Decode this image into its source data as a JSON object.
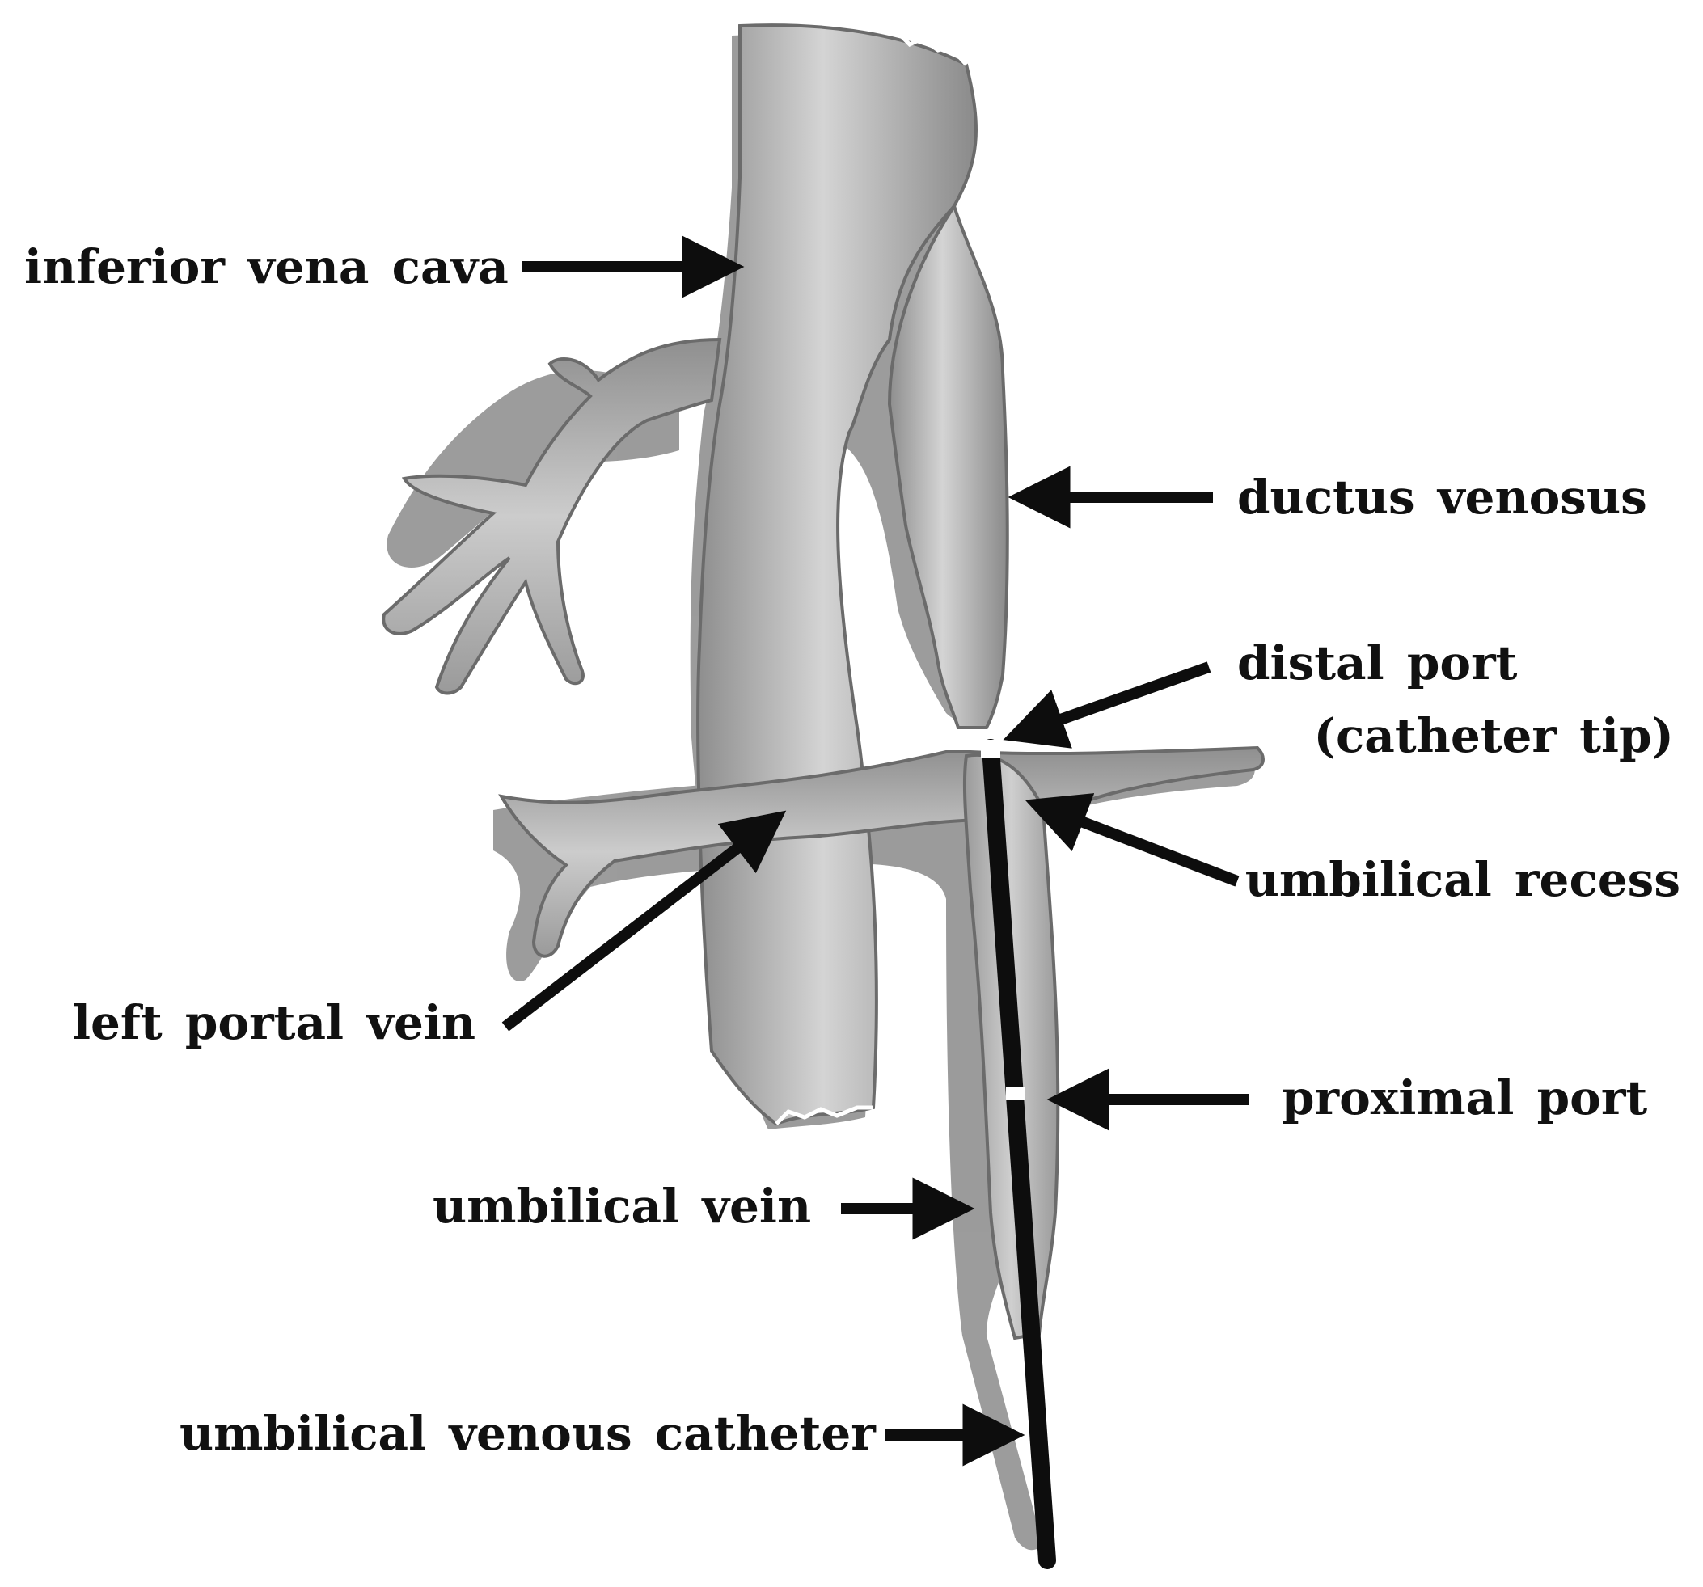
{
  "diagram": {
    "labels": {
      "ivc": "inferior vena cava",
      "ductus": "ductus venosus",
      "distal_1": "distal port",
      "distal_2": "(catheter tip)",
      "recess": "umbilical recess",
      "lpv": "left portal vein",
      "proximal": "proximal port",
      "uv": "umbilical vein",
      "uvc": "umbilical venous catheter"
    },
    "colors": {
      "vessel_fill": "#a6a6a6",
      "vessel_highlight": "#d6d6d6",
      "vessel_outline": "#6b6b6b",
      "shadow": "#4a4a4a",
      "catheter": "#0d0d0d",
      "port_mark": "#ffffff",
      "arrow": "#0d0d0d",
      "text": "#111111"
    }
  }
}
